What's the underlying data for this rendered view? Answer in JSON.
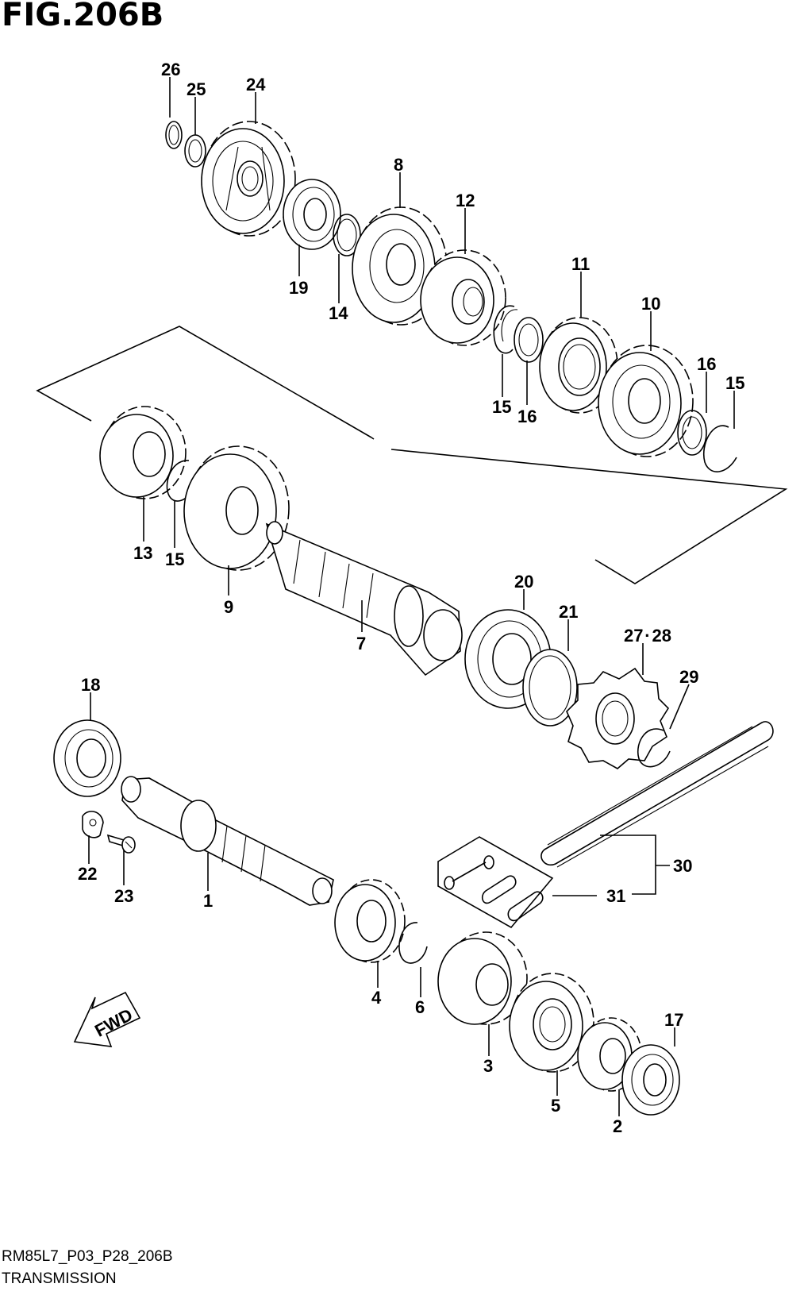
{
  "figure": {
    "title": "FIG.206B",
    "code": "RM85L7_P03_P28_206B",
    "name": "TRANSMISSION"
  },
  "fwd_label": "FWD",
  "callouts": {
    "c1": "1",
    "c2": "2",
    "c3": "3",
    "c4": "4",
    "c5": "5",
    "c6": "6",
    "c7": "7",
    "c8": "8",
    "c9": "9",
    "c10": "10",
    "c11": "11",
    "c12": "12",
    "c13": "13",
    "c14": "14",
    "c15a": "15",
    "c15b": "15",
    "c15c": "15",
    "c16a": "16",
    "c16b": "16",
    "c17": "17",
    "c18": "18",
    "c19": "19",
    "c20": "20",
    "c21": "21",
    "c22": "22",
    "c23": "23",
    "c24": "24",
    "c25": "25",
    "c26": "26",
    "c2728": "27 · 28",
    "c29": "29",
    "c30": "30",
    "c31": "31"
  }
}
